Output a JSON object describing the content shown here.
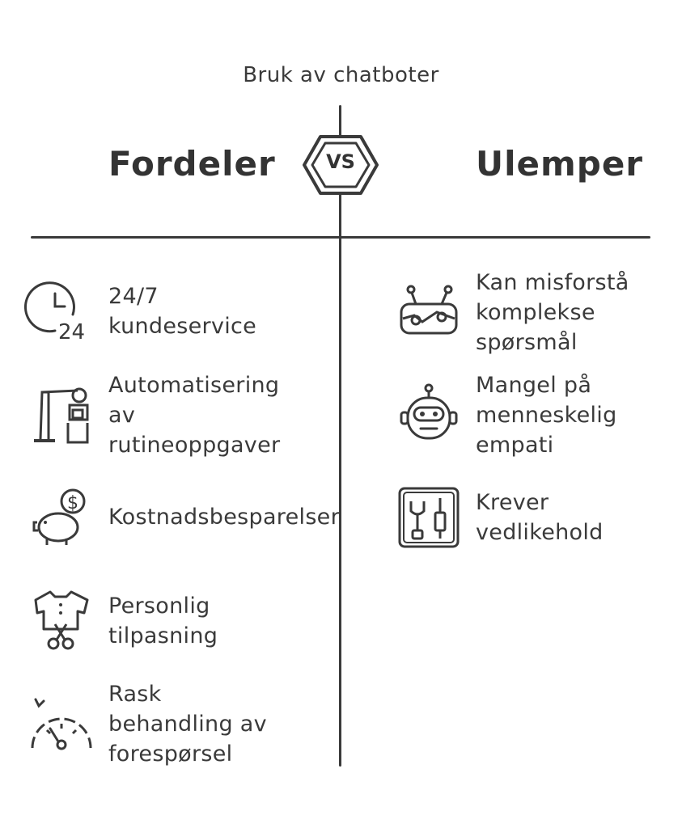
{
  "title": "Bruk av chatboter",
  "vs_label": "VS",
  "pros": {
    "heading": "Fordeler",
    "items": [
      {
        "line1": "24/7",
        "line2": "kundeservice",
        "line3": "",
        "icon": "clock-24-icon"
      },
      {
        "line1": "Automatisering",
        "line2": "av",
        "line3": "rutineoppgaver",
        "icon": "robot-arm-icon"
      },
      {
        "line1": "Kostnadsbesparelser",
        "line2": "",
        "line3": "",
        "icon": "piggy-bank-icon"
      },
      {
        "line1": "Personlig",
        "line2": "tilpasning",
        "line3": "",
        "icon": "tailored-shirt-icon"
      },
      {
        "line1": "Rask",
        "line2": "behandling av",
        "line3": "forespørsel",
        "icon": "speedometer-icon"
      }
    ]
  },
  "cons": {
    "heading": "Ulemper",
    "items": [
      {
        "line1": "Kan misforstå",
        "line2": "komplekse",
        "line3": "spørsmål",
        "icon": "confused-robot-icon"
      },
      {
        "line1": "Mangel på",
        "line2": "menneskelig",
        "line3": "empati",
        "icon": "robot-head-icon"
      },
      {
        "line1": "Krever",
        "line2": "vedlikehold",
        "line3": "",
        "icon": "tools-icon"
      }
    ]
  }
}
